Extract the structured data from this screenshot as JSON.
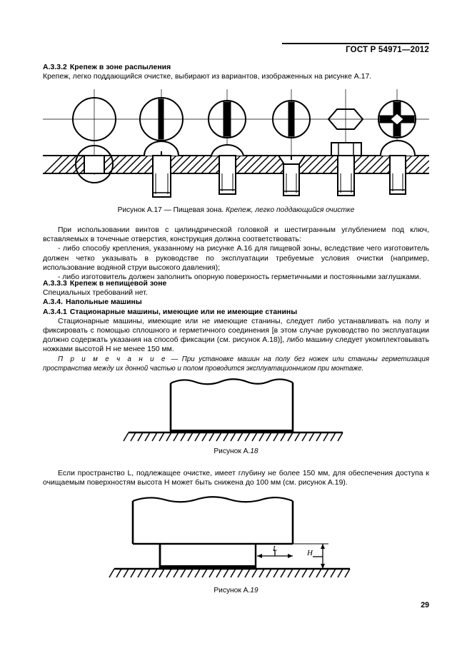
{
  "document": {
    "standard_header": "ГОСТ Р 54971—2012",
    "page_number": "29"
  },
  "sections": {
    "a332": {
      "number": "А.3.3.2",
      "title": "Крепеж в зоне распыления",
      "body": "Крепеж, легко поддающийся очистке, выбирают из вариантов, изображенных на рисунке А.17."
    },
    "a333": {
      "number": "А.3.3.3",
      "title": "Крепеж в непищевой зоне",
      "body": "Специальных требований нет."
    },
    "a34": {
      "number": "А.3.4.",
      "title": "Напольные машины"
    },
    "a341": {
      "number": "А.3.4.1",
      "title": "Стационарные машины, имеющие или не имеющие станины",
      "body": "Стационарные машины, имеющие или не имеющие станины, следует либо устанавливать на полу и фиксировать с помощью сплошного и герметичного соединения [в этом случае руководство по эксплуатации должно содержать указания на способ фиксации (см. рисунок А.18)], либо машину следует укомплектовывать ножками высотой H не менее 150 мм."
    }
  },
  "paragraphs": {
    "screws_intro": "При использовании винтов с цилиндрической головкой и шестигранным углублением под ключ, вставляемых в точечные отверстия, конструкция должна соответствовать:",
    "bullet_1": "- либо способу крепления, указанному на рисунке А.16 для пищевой зоны, вследствие чего изготовитель должен четко указывать в руководстве по эксплуатации требуемые условия очистки (например, использование водяной струи высокого давления);",
    "bullet_2": "- либо изготовитель должен заполнить опорную поверхность герметичными и постоянными заглушками.",
    "note_label": "П р и м е ч а н и е",
    "note_dash": " — ",
    "note_text": "При установке машин на полу без ножек или станины герметизация пространства между их донной частью и полом проводится эксплуатационником при монтаже.",
    "clearance": "Если пространство L, подлежащее очистке, имеет глубину не более 150 мм, для обеспечения доступа к очищаемым поверхностям высота H может быть снижена до 100 мм (см. рисунок А.19)."
  },
  "figures": {
    "fig17": {
      "caption_prefix": "Рисунок А.17",
      "caption_dash": " — ",
      "caption_plain": "Пищевая зона. ",
      "caption_italic": "Крепеж, легко поддающийся очистке",
      "variant_count": 6,
      "variants": [
        "plain-round-head-flush",
        "slotted-round-head",
        "slotted-pan-head",
        "countersunk-slotted-head",
        "hex-head-bolt",
        "cross-recess-pan-head"
      ]
    },
    "fig18": {
      "caption": "Рисунок А.18",
      "caption_prefix": "Рисунок А.",
      "caption_number": "18",
      "description": "machine-body-flush-on-floor"
    },
    "fig19": {
      "caption_prefix": "Рисунок А.",
      "caption_number": "19",
      "description": "machine-on-plinth-with-L-and-H-dimensions",
      "dim_horizontal_label": "L",
      "dim_vertical_label": "H"
    }
  }
}
